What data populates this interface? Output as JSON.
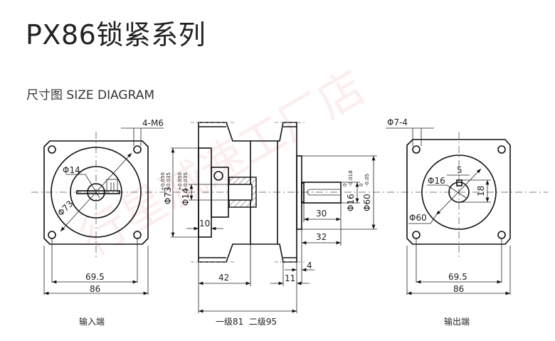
{
  "header": {
    "title": "PX86锁紧系列",
    "subtitle": "尺寸图 SIZE DIAGRAM"
  },
  "watermark": "行星减速工厂店",
  "input_view": {
    "caption": "输入端",
    "holes_label": "4-M6",
    "bore_label": "Φ14",
    "pcd_label": "Φ73",
    "hole_spacing": "69.5",
    "width": "86"
  },
  "side_view": {
    "pilot_label": "Φ73",
    "pilot_tol_upper": "+0.050",
    "pilot_tol_lower": "+0.035",
    "bore_label": "Φ14",
    "bore_tol_upper": "+0.050",
    "bore_tol_lower": "+0.035",
    "depth": "10",
    "shaft_label": "Φ16",
    "shaft_tol_upper": "0",
    "shaft_tol_lower": "-0.018",
    "spigot_label": "Φ60",
    "spigot_tol_upper": "0",
    "spigot_tol_lower": "-0.05",
    "key_length": "30",
    "shaft_length": "32",
    "input_length": "42",
    "flange_thickness": "11",
    "spigot_depth": "4",
    "total_length": "一级81  二级95"
  },
  "output_view": {
    "caption": "输出端",
    "holes_label": "Φ7-4",
    "key_width": "5",
    "shaft_label": "Φ16",
    "key_height": "18",
    "spigot_label": "Φ60",
    "width_inner": "69.5",
    "width": "86"
  }
}
